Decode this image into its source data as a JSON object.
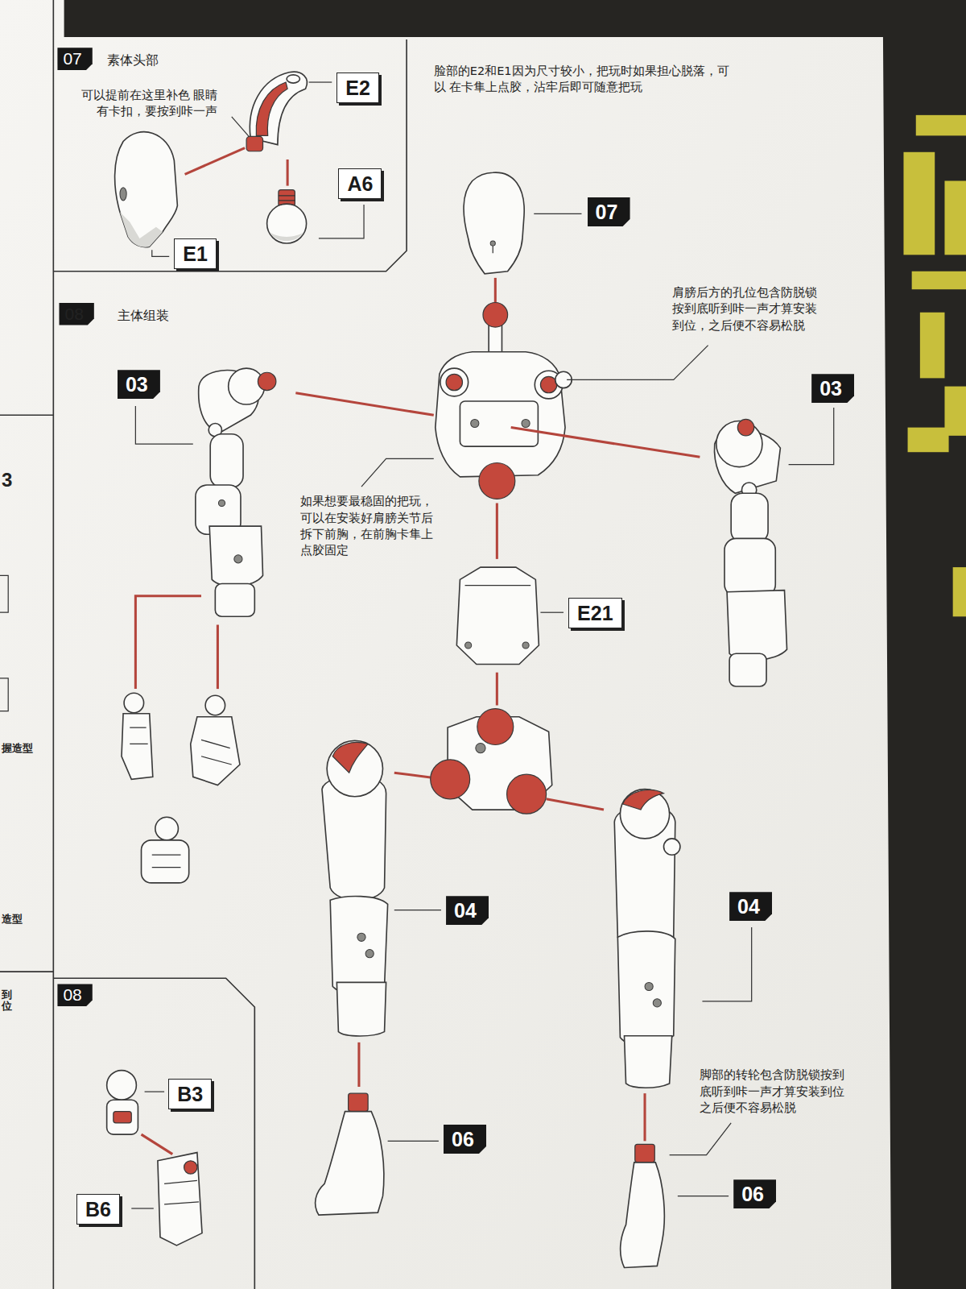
{
  "diagram": {
    "nodes": [
      {
        "text": [
          "07",
          "素体头部"
        ]
      },
      {
        "text": [
          "E2"
        ],
        "in": 0
      },
      {
        "text": [
          "A6"
        ],
        "in": 0
      },
      {
        "text": [
          "E1"
        ],
        "in": 0
      },
      {
        "text": [
          "07"
        ]
      },
      {
        "text": [
          "03"
        ]
      },
      {
        "text": [
          "03"
        ]
      },
      {
        "text": [
          "E21"
        ]
      },
      {
        "text": [
          "04"
        ]
      },
      {
        "text": [
          "04"
        ]
      },
      {
        "text": [
          "06"
        ]
      },
      {
        "text": [
          "06"
        ]
      },
      {
        "text": [
          "08"
        ]
      },
      {
        "text": [
          "B3"
        ],
        "in": 12
      },
      {
        "text": [
          "B6"
        ],
        "in": 12
      }
    ],
    "labels": [
      "可以提前在这里补色 眼睛有卡扣，要按到咔一声",
      "脸部的E2和E1因为尺寸较小，把玩时如果担心脱落，可以 在卡隼上点胶，沾牢后即可随意把玩",
      "08",
      "主体组装",
      "肩膀后方的孔位包含防脱锁 按到底听到咔一声才算安装 到位，之后便不容易松脱",
      "如果想要最稳固的把玩， 可以在安装好肩膀关节后 拆下前胸，在前胸卡隼上 点胶固定",
      "脚部的转轮包含防脱锁按到 底听到咔一声才算安装到位 之后便不容易松脱",
      "3",
      "握造型",
      "造型",
      "到 位"
    ]
  }
}
